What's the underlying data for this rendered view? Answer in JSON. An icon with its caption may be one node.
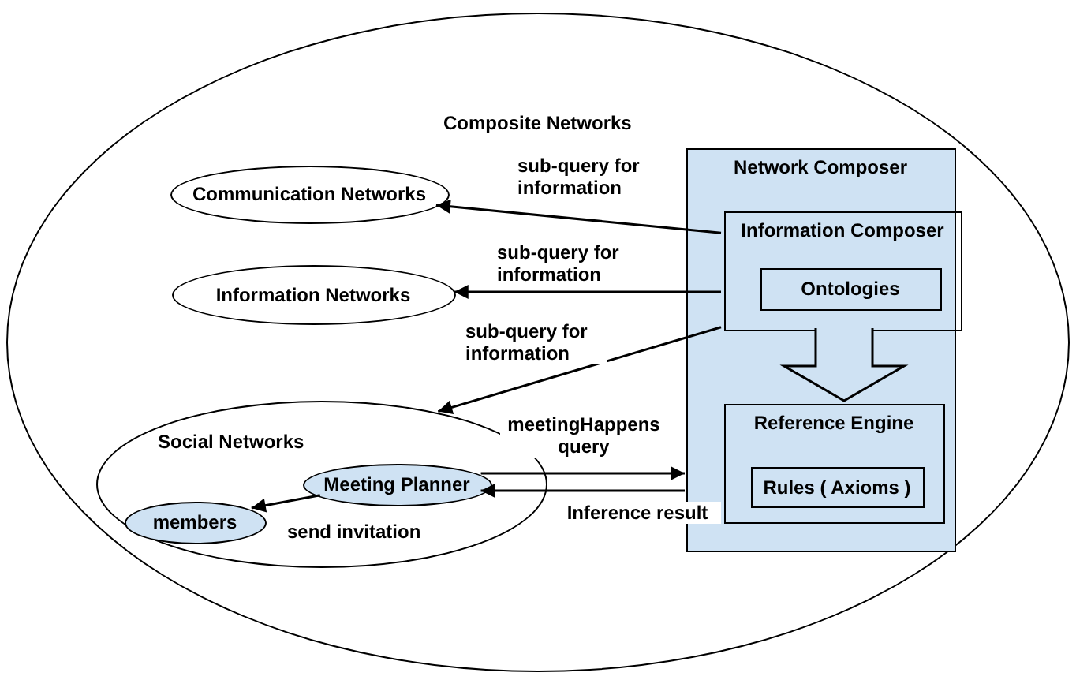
{
  "diagram": {
    "nodes": [
      {
        "text": [
          "Composite Networks"
        ]
      },
      {
        "text": [
          "Communication Networks"
        ],
        "in": 0
      },
      {
        "text": [
          "Information Networks"
        ],
        "in": 0
      },
      {
        "text": [
          "Social Networks"
        ],
        "in": 0
      },
      {
        "text": [
          "Meeting Planner"
        ],
        "in": 3
      },
      {
        "text": [
          "members"
        ],
        "in": 3
      },
      {
        "text": [
          "Network Composer"
        ],
        "in": 0
      },
      {
        "text": [
          "Information Composer"
        ],
        "in": 6
      },
      {
        "text": [
          "Ontologies"
        ],
        "in": 7
      },
      {
        "text": [
          "Reference Engine"
        ],
        "in": 6
      },
      {
        "text": [
          "Rules ( Axioms )"
        ],
        "in": 9
      }
    ],
    "edges": [
      {
        "from": 7,
        "to": 1,
        "arrow": "to",
        "label": "sub-query for information"
      },
      {
        "from": 7,
        "to": 2,
        "arrow": "to",
        "label": "sub-query for information"
      },
      {
        "from": 7,
        "to": 3,
        "arrow": "to",
        "label": "sub-query for information"
      },
      {
        "from": 7,
        "to": 9,
        "arrow": "to",
        "style": "thick"
      },
      {
        "from": 4,
        "to": 6,
        "arrow": "to",
        "label": "meetingHappens query"
      },
      {
        "from": 6,
        "to": 4,
        "arrow": "to",
        "label": "Inference result"
      },
      {
        "from": 4,
        "to": 5,
        "arrow": "to",
        "label": "send invitation"
      }
    ]
  }
}
